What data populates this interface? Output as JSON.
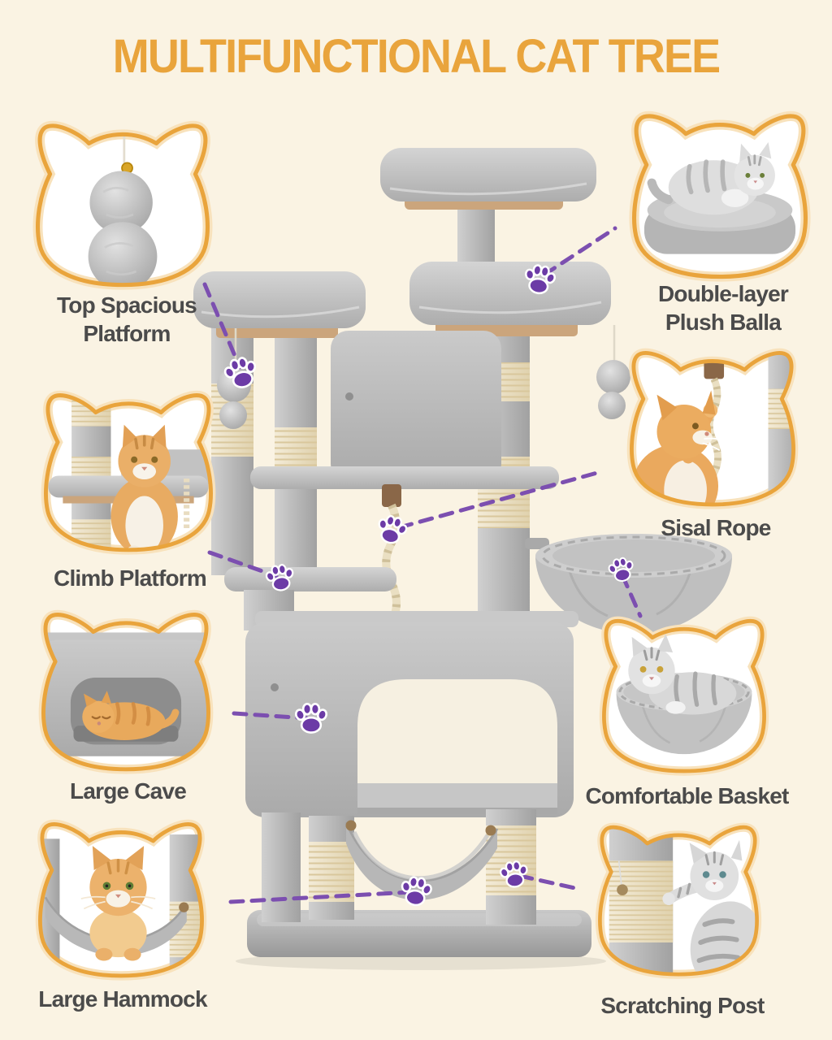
{
  "title": "MULTIFUNCTIONAL CAT TREE",
  "colors": {
    "background": "#FAF3E3",
    "accent_orange": "#E9A43C",
    "callout_halo": "#F8E2BC",
    "label_text": "#4B4B4B",
    "paw_purple": "#6C3BA6",
    "dash_purple": "#7C4FB0",
    "tree_plush_gray": "#BDBDBD",
    "sisal_cream": "#EDE3C9",
    "board_tan": "#CBA57C"
  },
  "callouts": [
    {
      "label": "Top Spacious Platform",
      "graphic": "hanging-plush-balls"
    },
    {
      "label_line1": "Double-layer",
      "label_line2": "Plush Balla",
      "graphic": "cat-on-plush-platform"
    },
    {
      "label": "Climb Platform",
      "graphic": "cat-sitting-on-platform"
    },
    {
      "label": "Sisal Rope",
      "graphic": "cat-playing-with-rope"
    },
    {
      "label": "Large Cave",
      "graphic": "cat-sleeping-in-cave"
    },
    {
      "label": "Comfortable Basket",
      "graphic": "cat-lying-in-basket"
    },
    {
      "label": "Large Hammock",
      "graphic": "fluffy-cat-in-hammock"
    },
    {
      "label": "Scratching Post",
      "graphic": "kitten-scratching-post"
    }
  ]
}
